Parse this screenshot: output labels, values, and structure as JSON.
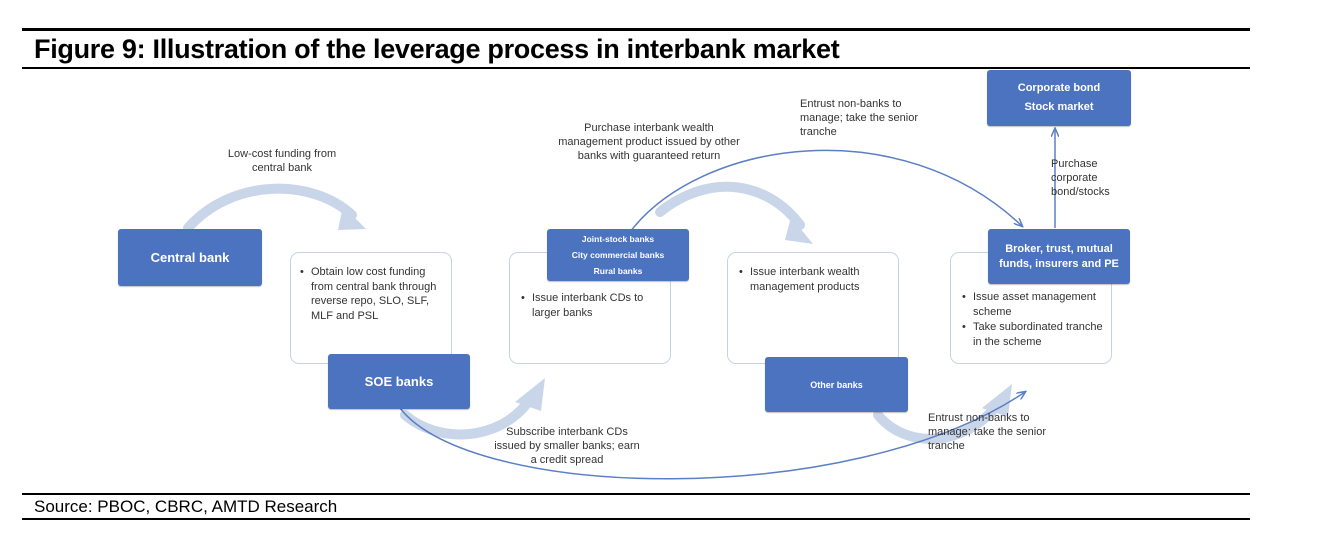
{
  "figure": {
    "title": "Figure 9: Illustration of the leverage process in interbank market",
    "source": "Source: PBOC, CBRC, AMTD Research"
  },
  "nodes": {
    "central_bank": {
      "label": "Central bank"
    },
    "soe_banks": {
      "label": "SOE banks",
      "bullets": [
        "Obtain low cost funding from central bank through reverse repo, SLO, SLF, MLF and PSL"
      ]
    },
    "small_banks": {
      "labels": [
        "Joint-stock banks",
        "City commercial banks",
        "Rural banks"
      ],
      "bullets": [
        "Issue interbank CDs to larger banks"
      ]
    },
    "other_banks": {
      "label": "Other banks",
      "bullets": [
        "Issue interbank wealth management products"
      ]
    },
    "non_banks": {
      "label": "Broker, trust, mutual funds, insurers and PE",
      "bullets": [
        "Issue asset management scheme",
        "Take subordinated tranche in the scheme"
      ]
    },
    "markets": {
      "labels": [
        "Corporate bond",
        "Stock market"
      ]
    }
  },
  "flows": {
    "low_cost_funding": "Low-cost funding from central bank",
    "subscribe_cds": "Subscribe interbank CDs issued by smaller banks; earn a credit spread",
    "purchase_wmp": "Purchase interbank wealth management product issued by other banks with guaranteed return",
    "entrust_top": "Entrust non-banks to manage; take the senior tranche",
    "entrust_bottom": "Entrust non-banks to manage; take the senior tranche",
    "purchase_bonds": "Purchase corporate bond/stocks"
  },
  "colors": {
    "box_fill": "#4b73bf",
    "box_border": "#c7d3e2",
    "wide_arrow": "#c9d6ea",
    "thin_arrow": "#5b7fc4"
  }
}
